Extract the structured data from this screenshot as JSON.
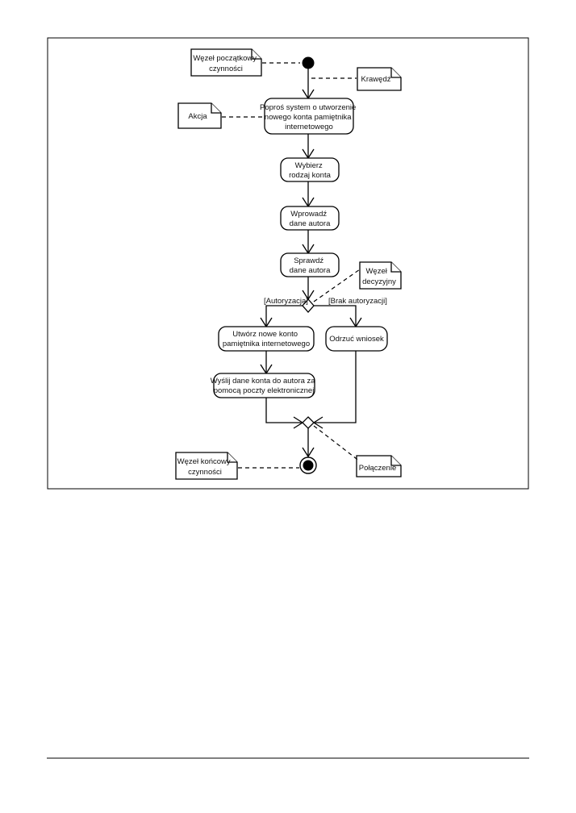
{
  "diagram": {
    "actions": {
      "request_account": [
        "Poproś system o utworzenie",
        "nowego konta pamiętnika",
        "internetowego"
      ],
      "choose_type": [
        "Wybierz",
        "rodzaj konta"
      ],
      "enter_author": [
        "Wprowadź",
        "dane autora"
      ],
      "check_author": [
        "Sprawdź",
        "dane autora"
      ],
      "create_account": [
        "Utwórz nowe konto",
        "pamiętnika internetowego"
      ],
      "reject_request": [
        "Odrzuć wniosek"
      ],
      "send_account": [
        "Wyślij dane konta do autora za",
        "pomocą poczty elektronicznej"
      ]
    },
    "guards": {
      "authorized": "[Autoryzacja]",
      "not_authorized": "[Brak autoryzacji]"
    },
    "notes": {
      "initial_node": [
        "Węzeł początkowy",
        "czynności"
      ],
      "edge": [
        "Krawędź"
      ],
      "action": [
        "Akcja"
      ],
      "decision_node": [
        "Węzeł",
        "decyzyjny"
      ],
      "final_node": [
        "Węzeł końcowy",
        "czynności"
      ],
      "merge": [
        "Połączenie"
      ]
    }
  }
}
